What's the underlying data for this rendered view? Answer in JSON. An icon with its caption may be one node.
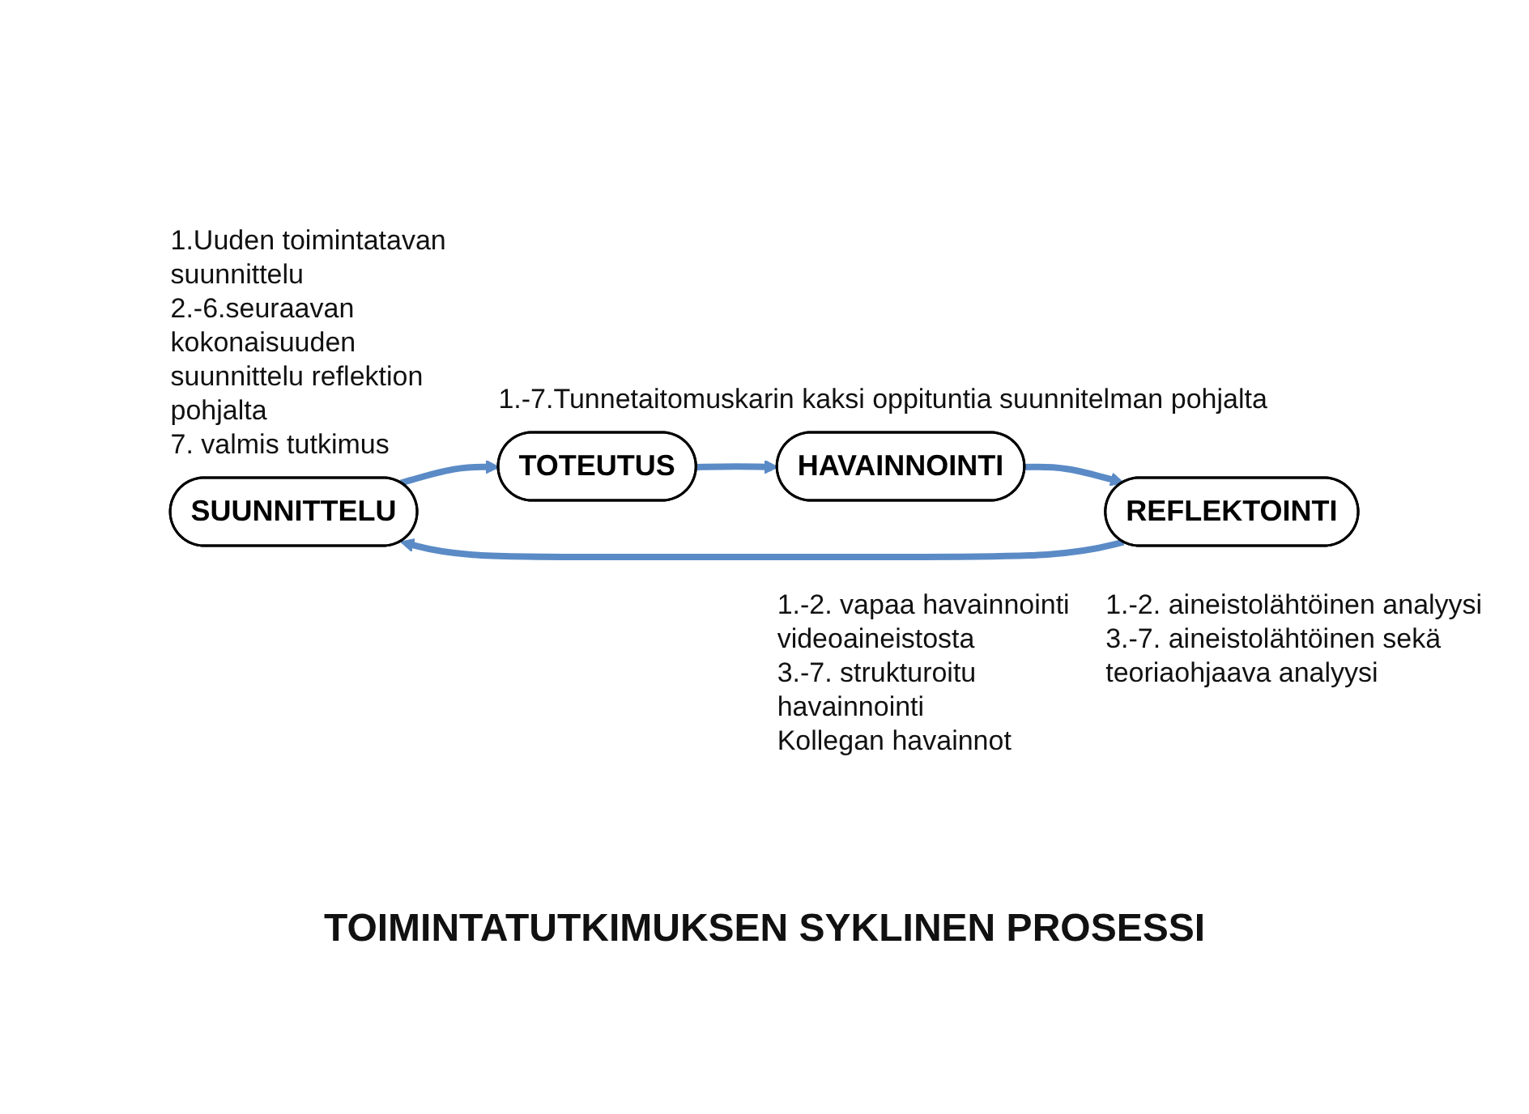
{
  "diagram": {
    "title": "TOIMINTATUTKIMUKSEN SYKLINEN PROSESSI",
    "nodes": [
      {
        "text": [
          "SUUNNITTELU"
        ],
        "beside": [
          "1.Uuden toimintatavan suunnittelu",
          "2.-6.seuraavan kokonaisuuden suunnittelu reflektion pohjalta",
          "7. valmis tutkimus"
        ]
      },
      {
        "text": [
          "TOTEUTUS"
        ],
        "beside": [
          "1.-7.Tunnetaitomuskarin kaksi oppituntia suunnitelman pohjalta"
        ]
      },
      {
        "text": [
          "HAVAINNOINTI"
        ],
        "beside": [
          "1.-2. vapaa havainnointi videoaineistosta",
          "3.-7. strukturoitu havainnointi",
          "Kollegan havainnot"
        ]
      },
      {
        "text": [
          "REFLEKTOINTI"
        ],
        "beside": [
          "1.-2. aineistolähtöinen analyysi",
          "3.-7. aineistolähtöinen sekä teoriaohjaava analyysi"
        ]
      }
    ],
    "edges": [
      {
        "from": 0,
        "to": 1,
        "arrow": "to"
      },
      {
        "from": 1,
        "to": 2,
        "arrow": "to"
      },
      {
        "from": 2,
        "to": 3,
        "arrow": "to"
      },
      {
        "from": 3,
        "to": 0,
        "arrow": "to"
      }
    ]
  }
}
